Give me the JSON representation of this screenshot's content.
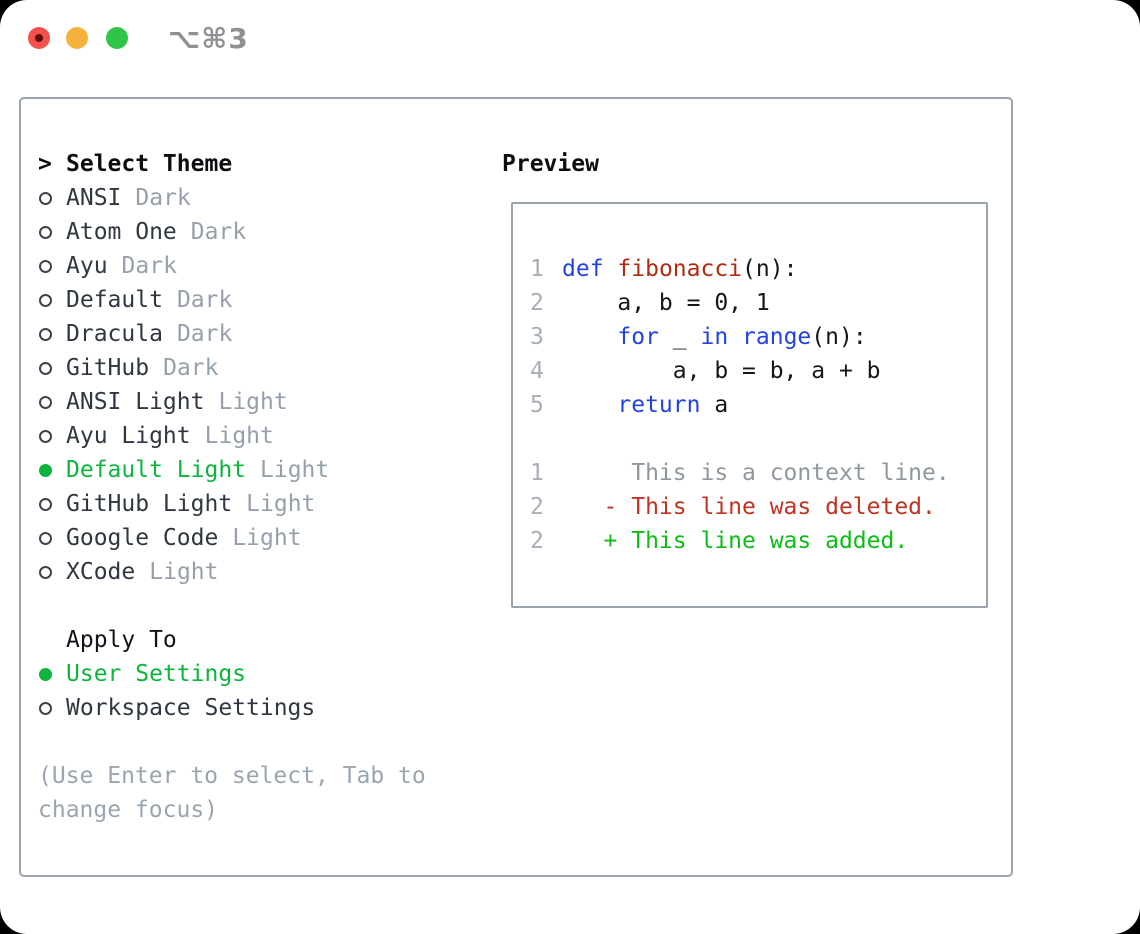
{
  "titlebar": {
    "shortcut": "⌥⌘3",
    "traffic_light_colors": {
      "close": "#f4514c",
      "minimize": "#f7b13d",
      "zoom": "#2fc548"
    }
  },
  "colors": {
    "selection_green": "#0eb43e",
    "diff_added_green": "#0dbd17",
    "diff_deleted_red": "#c13321",
    "keyword_blue": "#2442e2",
    "function_red": "#b02b10",
    "dim_gray": "#96a0ad",
    "border_gray": "#9aa3ae"
  },
  "theme_picker": {
    "cursor": ">",
    "title": "Select Theme",
    "items": [
      {
        "name": "ANSI",
        "variant": "Dark",
        "selected": false
      },
      {
        "name": "Atom One",
        "variant": "Dark",
        "selected": false
      },
      {
        "name": "Ayu",
        "variant": "Dark",
        "selected": false
      },
      {
        "name": "Default",
        "variant": "Dark",
        "selected": false
      },
      {
        "name": "Dracula",
        "variant": "Dark",
        "selected": false
      },
      {
        "name": "GitHub",
        "variant": "Dark",
        "selected": false
      },
      {
        "name": "ANSI Light",
        "variant": "Light",
        "selected": false
      },
      {
        "name": "Ayu Light",
        "variant": "Light",
        "selected": false
      },
      {
        "name": "Default Light",
        "variant": "Light",
        "selected": true
      },
      {
        "name": "GitHub Light",
        "variant": "Light",
        "selected": false
      },
      {
        "name": "Google Code",
        "variant": "Light",
        "selected": false
      },
      {
        "name": "XCode",
        "variant": "Light",
        "selected": false
      }
    ],
    "apply_to": {
      "title": "Apply To",
      "options": [
        {
          "label": "User Settings",
          "selected": true
        },
        {
          "label": "Workspace Settings",
          "selected": false
        }
      ]
    },
    "hint_line1": "(Use Enter to select, Tab to",
    "hint_line2": "change focus)"
  },
  "preview": {
    "title": "Preview",
    "code_lines": [
      {
        "num": "1",
        "tokens": [
          {
            "text": "def",
            "type": "keyword"
          },
          {
            "text": " ",
            "type": "plain"
          },
          {
            "text": "fibonacci",
            "type": "function"
          },
          {
            "text": "(n):",
            "type": "plain"
          }
        ]
      },
      {
        "num": "2",
        "tokens": [
          {
            "text": "    a, b = 0, 1",
            "type": "plain"
          }
        ]
      },
      {
        "num": "3",
        "tokens": [
          {
            "text": "    ",
            "type": "plain"
          },
          {
            "text": "for",
            "type": "keyword"
          },
          {
            "text": " _ ",
            "type": "plain"
          },
          {
            "text": "in",
            "type": "keyword"
          },
          {
            "text": " ",
            "type": "plain"
          },
          {
            "text": "range",
            "type": "keyword"
          },
          {
            "text": "(n):",
            "type": "plain"
          }
        ]
      },
      {
        "num": "4",
        "tokens": [
          {
            "text": "        a, b = b, a + b",
            "type": "plain"
          }
        ]
      },
      {
        "num": "5",
        "tokens": [
          {
            "text": "    ",
            "type": "plain"
          },
          {
            "text": "return",
            "type": "keyword"
          },
          {
            "text": " a",
            "type": "plain"
          }
        ]
      }
    ],
    "diff_lines": [
      {
        "num": "1",
        "text": "     This is a context line.",
        "type": "context"
      },
      {
        "num": "2",
        "text": "   - This line was deleted.",
        "type": "deleted"
      },
      {
        "num": "2",
        "text": "   + This line was added.",
        "type": "added"
      }
    ]
  }
}
